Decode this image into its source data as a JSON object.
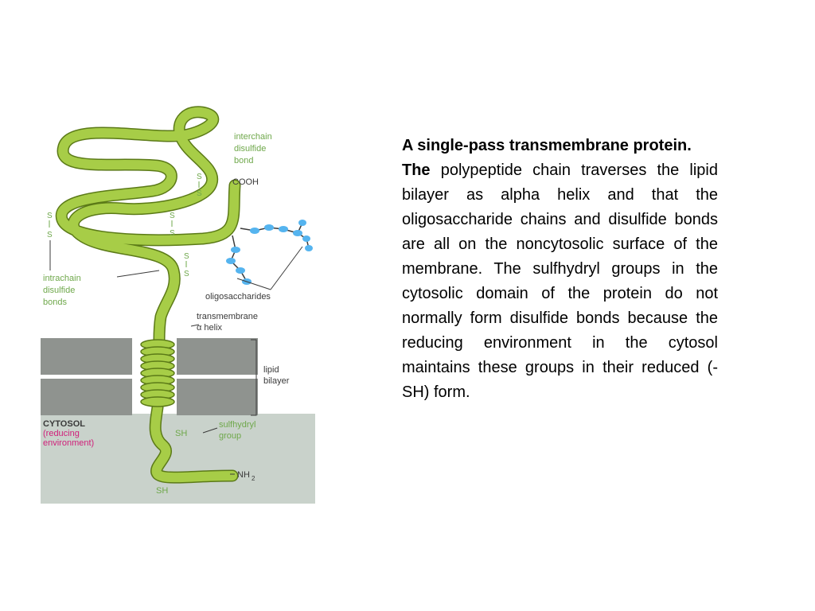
{
  "diagram": {
    "labels": {
      "interchain": [
        "interchain",
        "disulfide",
        "bond"
      ],
      "cooh": "COOH",
      "intrachain": [
        "intrachain",
        "disulfide",
        "bonds"
      ],
      "oligosaccharides": "oligosaccharides",
      "transmembrane": [
        "transmembrane",
        "α helix"
      ],
      "lipid_bilayer": [
        "lipid",
        "bilayer"
      ],
      "cytosol": "CYTOSOL",
      "reducing": [
        "(reducing",
        "environment)"
      ],
      "sulfhydryl": [
        "sulfhydryl",
        "group"
      ],
      "sh": "SH",
      "sh_bottom": "SH",
      "nh2": "NH",
      "nh2_sub": "2",
      "disulfide_s": "S"
    },
    "colors": {
      "chain_fill": "#a7cd47",
      "chain_edge": "#5b7a17",
      "label_green": "#6fa84b",
      "membrane_gray": "#8f938f",
      "cytosol_bg": "#c9d2cb",
      "sugar_blue": "#55b4ef",
      "cytosol_label_pink": "#d0207a"
    }
  },
  "caption": {
    "title": "A single-pass transmembrane protein.",
    "lead": "The",
    "body": " polypeptide chain traverses the lipid bilayer as alpha helix and that the oligosaccharide chains and disulfide bonds are all on the noncytosolic surface of the membrane. The sulfhydryl groups in the cytosolic domain of the protein do not normally form disulfide bonds because the reducing environment in the cytosol maintains these groups in their reduced (-SH) form."
  }
}
